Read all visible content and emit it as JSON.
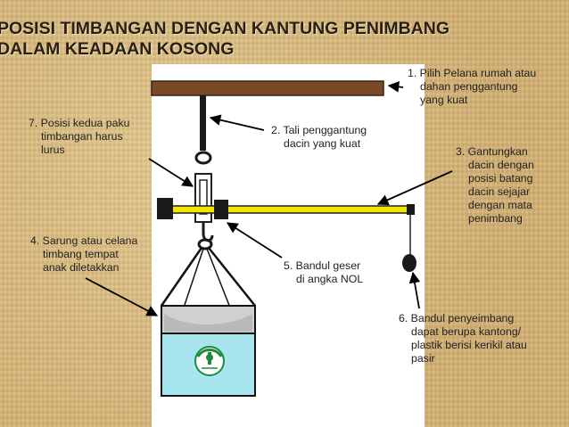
{
  "title": {
    "line1": "POSISI TIMBANGAN DENGAN KANTUNG PENIMBANG",
    "line2": "DALAM KEADAAN KOSONG"
  },
  "labels": {
    "l1": {
      "first": "1. Pilih Pelana rumah atau",
      "rest": [
        "dahan penggantung",
        "yang kuat"
      ]
    },
    "l2": {
      "first": "2. Tali penggantung",
      "rest": [
        "dacin yang kuat"
      ]
    },
    "l3": {
      "first": "3.  Gantungkan",
      "rest": [
        "dacin dengan",
        "posisi batang",
        "dacin sejajar",
        "dengan mata",
        "penimbang"
      ]
    },
    "l4": {
      "first": "4. Sarung atau celana",
      "rest": [
        "timbang tempat",
        "anak diletakkan"
      ]
    },
    "l5": {
      "first": "5. Bandul geser",
      "rest": [
        "di angka NOL"
      ]
    },
    "l6": {
      "first": "6. Bandul penyeimbang",
      "rest": [
        "dapat berupa kantong/",
        "plastik berisi kerikil atau",
        "pasir"
      ]
    },
    "l7": {
      "first": "7. Posisi kedua paku",
      "rest": [
        "timbangan harus",
        "lurus"
      ]
    }
  },
  "colors": {
    "background": "#d9b878",
    "beam": "#7a4a28",
    "bar": "#f2e600",
    "water": "#a8e6ef",
    "bag": "#cfcfcf",
    "logo": "#1f8a3a"
  },
  "icons": {
    "logo": "kemenkes-emblem-icon"
  }
}
